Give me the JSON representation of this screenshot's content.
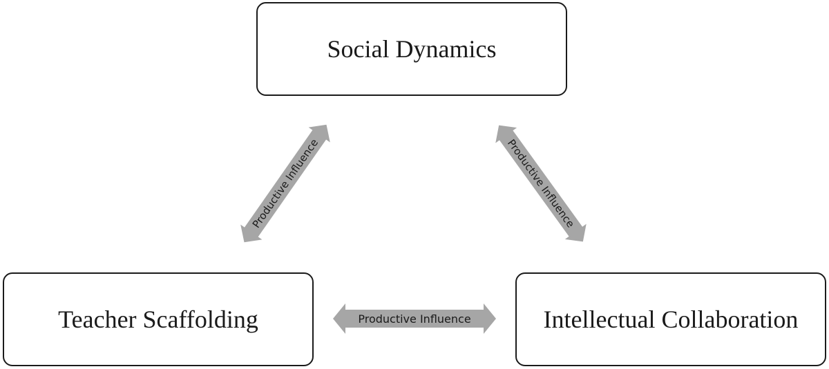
{
  "nodes": {
    "social": {
      "label": "Social Dynamics"
    },
    "teacher": {
      "label": "Teacher Scaffolding"
    },
    "intellectual": {
      "label": "Intellectual Collaboration"
    }
  },
  "edges": [
    {
      "from": "teacher",
      "to": "social",
      "label": "Productive Influence",
      "bidirectional": true
    },
    {
      "from": "social",
      "to": "intellectual",
      "label": "Productive Influence",
      "bidirectional": true
    },
    {
      "from": "teacher",
      "to": "intellectual",
      "label": "Productive Influence",
      "bidirectional": true
    }
  ],
  "colors": {
    "arrow_fill": "#a6a6a6",
    "box_border": "#1a1a1a",
    "text": "#1a1a1a"
  }
}
